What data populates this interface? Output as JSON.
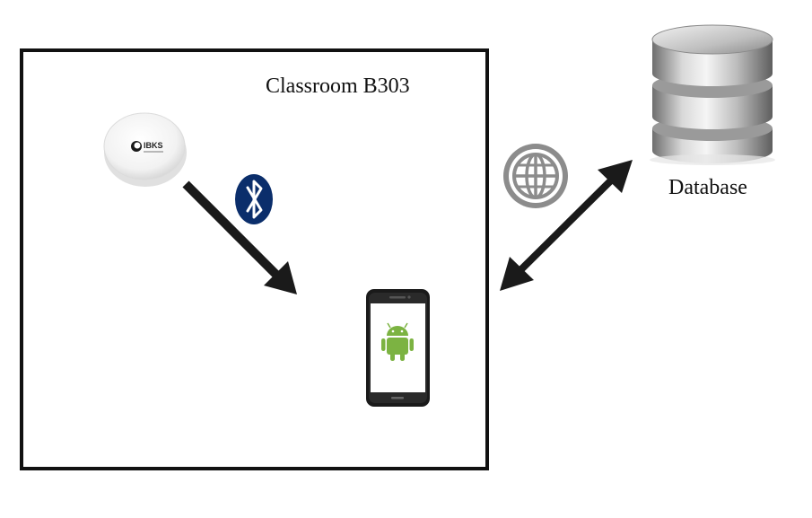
{
  "classroom": {
    "label": "Classroom B303"
  },
  "beacon": {
    "icon": "beacon-icon",
    "brand": "IBKS"
  },
  "bluetooth": {
    "icon": "bluetooth-icon",
    "color": "#0b2e6b"
  },
  "phone": {
    "icon": "android-phone-icon",
    "android_color": "#7cb342"
  },
  "internet": {
    "icon": "globe-icon",
    "color": "#8c8c8c"
  },
  "database": {
    "icon": "database-icon",
    "label": "Database"
  }
}
